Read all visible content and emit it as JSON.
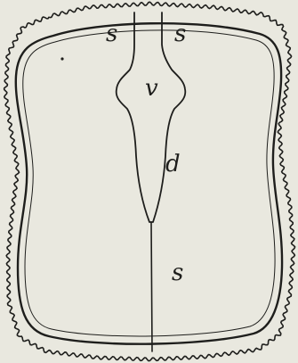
{
  "diagram": {
    "labels": {
      "suture_left": "s",
      "suture_right": "s",
      "ventricle": "v",
      "duct": "d",
      "suture_lower": "s"
    },
    "colors": {
      "paper": "#e9e8df",
      "ink": "#1e1e1c"
    }
  }
}
